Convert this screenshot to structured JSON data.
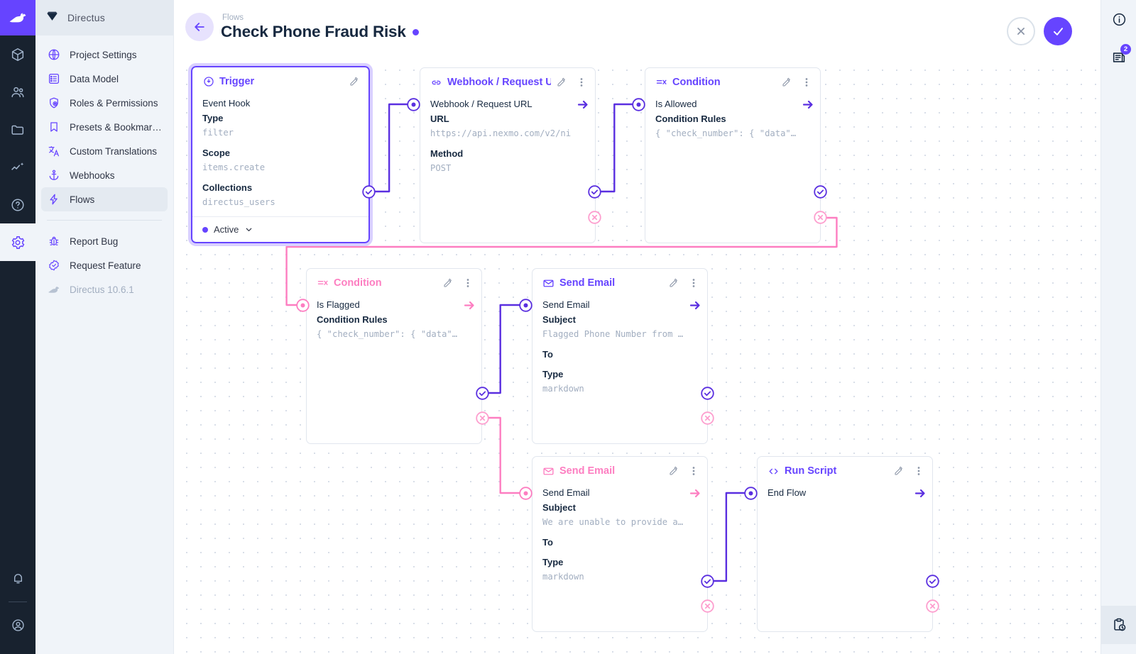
{
  "module_rail": {
    "logo_icon": "directus-rabbit-logo",
    "items": [
      {
        "name": "content",
        "icon": "box-icon"
      },
      {
        "name": "users",
        "icon": "people-icon"
      },
      {
        "name": "files",
        "icon": "folder-icon"
      },
      {
        "name": "insights",
        "icon": "analytics-icon"
      },
      {
        "name": "docs",
        "icon": "help-circle-icon"
      },
      {
        "name": "settings",
        "icon": "gear-icon",
        "active": true
      }
    ],
    "bottom": [
      {
        "name": "notifications",
        "icon": "bell-icon"
      },
      {
        "name": "account",
        "icon": "account-circle-icon"
      }
    ]
  },
  "sidebar": {
    "title": "Directus",
    "title_icon": "directus-gem-icon",
    "items": [
      {
        "label": "Project Settings",
        "icon": "globe-icon",
        "selected": false
      },
      {
        "label": "Data Model",
        "icon": "list-box-icon",
        "selected": false
      },
      {
        "label": "Roles & Permissions",
        "icon": "shield-account-icon",
        "selected": false
      },
      {
        "label": "Presets & Bookmar…",
        "icon": "bookmark-icon",
        "selected": false
      },
      {
        "label": "Custom Translations",
        "icon": "translate-icon",
        "selected": false
      },
      {
        "label": "Webhooks",
        "icon": "anchor-icon",
        "selected": false
      },
      {
        "label": "Flows",
        "icon": "lightning-bolt-icon",
        "selected": true
      }
    ],
    "secondary": [
      {
        "label": "Report Bug",
        "icon": "bug-icon"
      },
      {
        "label": "Request Feature",
        "icon": "check-decagram-icon"
      }
    ],
    "version": "Directus 10.6.1",
    "version_icon": "directus-rabbit-icon"
  },
  "header": {
    "back_icon": "arrow-left-icon",
    "breadcrumb": "Flows",
    "title": "Check Phone Fraud Risk",
    "status_dot_color": "#6644ff",
    "cancel_icon": "close-icon",
    "save_icon": "check-icon"
  },
  "right_rail": {
    "info_icon": "info-circle-icon",
    "logs_icon": "notes-icon",
    "logs_badge": "2",
    "flow_logs_icon": "clipboard-clock-icon"
  },
  "colors": {
    "accent": "#6644ff",
    "reject": "#fd7ec1",
    "panel_border": "#e1e6ee",
    "muted_text": "#a2aec0",
    "dark_text": "#172940"
  },
  "flow": {
    "nodes": [
      {
        "id": "trigger",
        "type": "Trigger",
        "icon": "trigger-flash-icon",
        "header_color": "purple",
        "selected": true,
        "has_menu": false,
        "edit_icon": "pencil-icon",
        "subtitle": "Event Hook",
        "fields": [
          {
            "label": "Type",
            "value": "filter"
          },
          {
            "label": "Scope",
            "value": "items.create"
          },
          {
            "label": "Collections",
            "value": "directus_users"
          }
        ],
        "footer": {
          "status": "Active",
          "chevron_icon": "chevron-down-icon"
        }
      },
      {
        "id": "webhook",
        "type": "Webhook / Request U",
        "icon": "link-icon",
        "header_color": "purple",
        "selected": false,
        "has_menu": true,
        "edit_icon": "pencil-icon",
        "menu_icon": "dots-vertical-icon",
        "subtitle": "Webhook / Request URL",
        "fields": [
          {
            "label": "URL",
            "value": "https://api.nexmo.com/v2/ni"
          },
          {
            "label": "Method",
            "value": "POST"
          }
        ]
      },
      {
        "id": "cond-allowed",
        "type": "Condition",
        "icon": "condition-icon",
        "header_color": "purple",
        "selected": false,
        "has_menu": true,
        "edit_icon": "pencil-icon",
        "menu_icon": "dots-vertical-icon",
        "subtitle": "Is Allowed",
        "fields": [
          {
            "label": "Condition Rules",
            "value": "{ \"check_number\": { \"data\"…"
          }
        ]
      },
      {
        "id": "cond-flagged",
        "type": "Condition",
        "icon": "condition-icon",
        "header_color": "pink",
        "selected": false,
        "has_menu": true,
        "edit_icon": "pencil-icon",
        "menu_icon": "dots-vertical-icon",
        "subtitle": "Is Flagged",
        "fields": [
          {
            "label": "Condition Rules",
            "value": "{ \"check_number\": { \"data\"…"
          }
        ]
      },
      {
        "id": "email-flagged",
        "type": "Send Email",
        "icon": "email-icon",
        "header_color": "purple",
        "selected": false,
        "has_menu": true,
        "edit_icon": "pencil-icon",
        "menu_icon": "dots-vertical-icon",
        "subtitle": "Send Email",
        "fields": [
          {
            "label": "Subject",
            "value": "Flagged Phone Number from …"
          },
          {
            "label": "To",
            "value": ""
          },
          {
            "label": "Type",
            "value": "markdown"
          }
        ]
      },
      {
        "id": "email-unable",
        "type": "Send Email",
        "icon": "email-icon",
        "header_color": "pink",
        "selected": false,
        "has_menu": true,
        "edit_icon": "pencil-icon",
        "menu_icon": "dots-vertical-icon",
        "subtitle": "Send Email",
        "fields": [
          {
            "label": "Subject",
            "value": "We are unable to provide a…"
          },
          {
            "label": "To",
            "value": ""
          },
          {
            "label": "Type",
            "value": "markdown"
          }
        ]
      },
      {
        "id": "run-script",
        "type": "Run Script",
        "icon": "code-brackets-icon",
        "header_color": "purple",
        "selected": false,
        "has_menu": true,
        "edit_icon": "pencil-icon",
        "menu_icon": "dots-vertical-icon",
        "subtitle": "End Flow",
        "fields": []
      }
    ]
  }
}
